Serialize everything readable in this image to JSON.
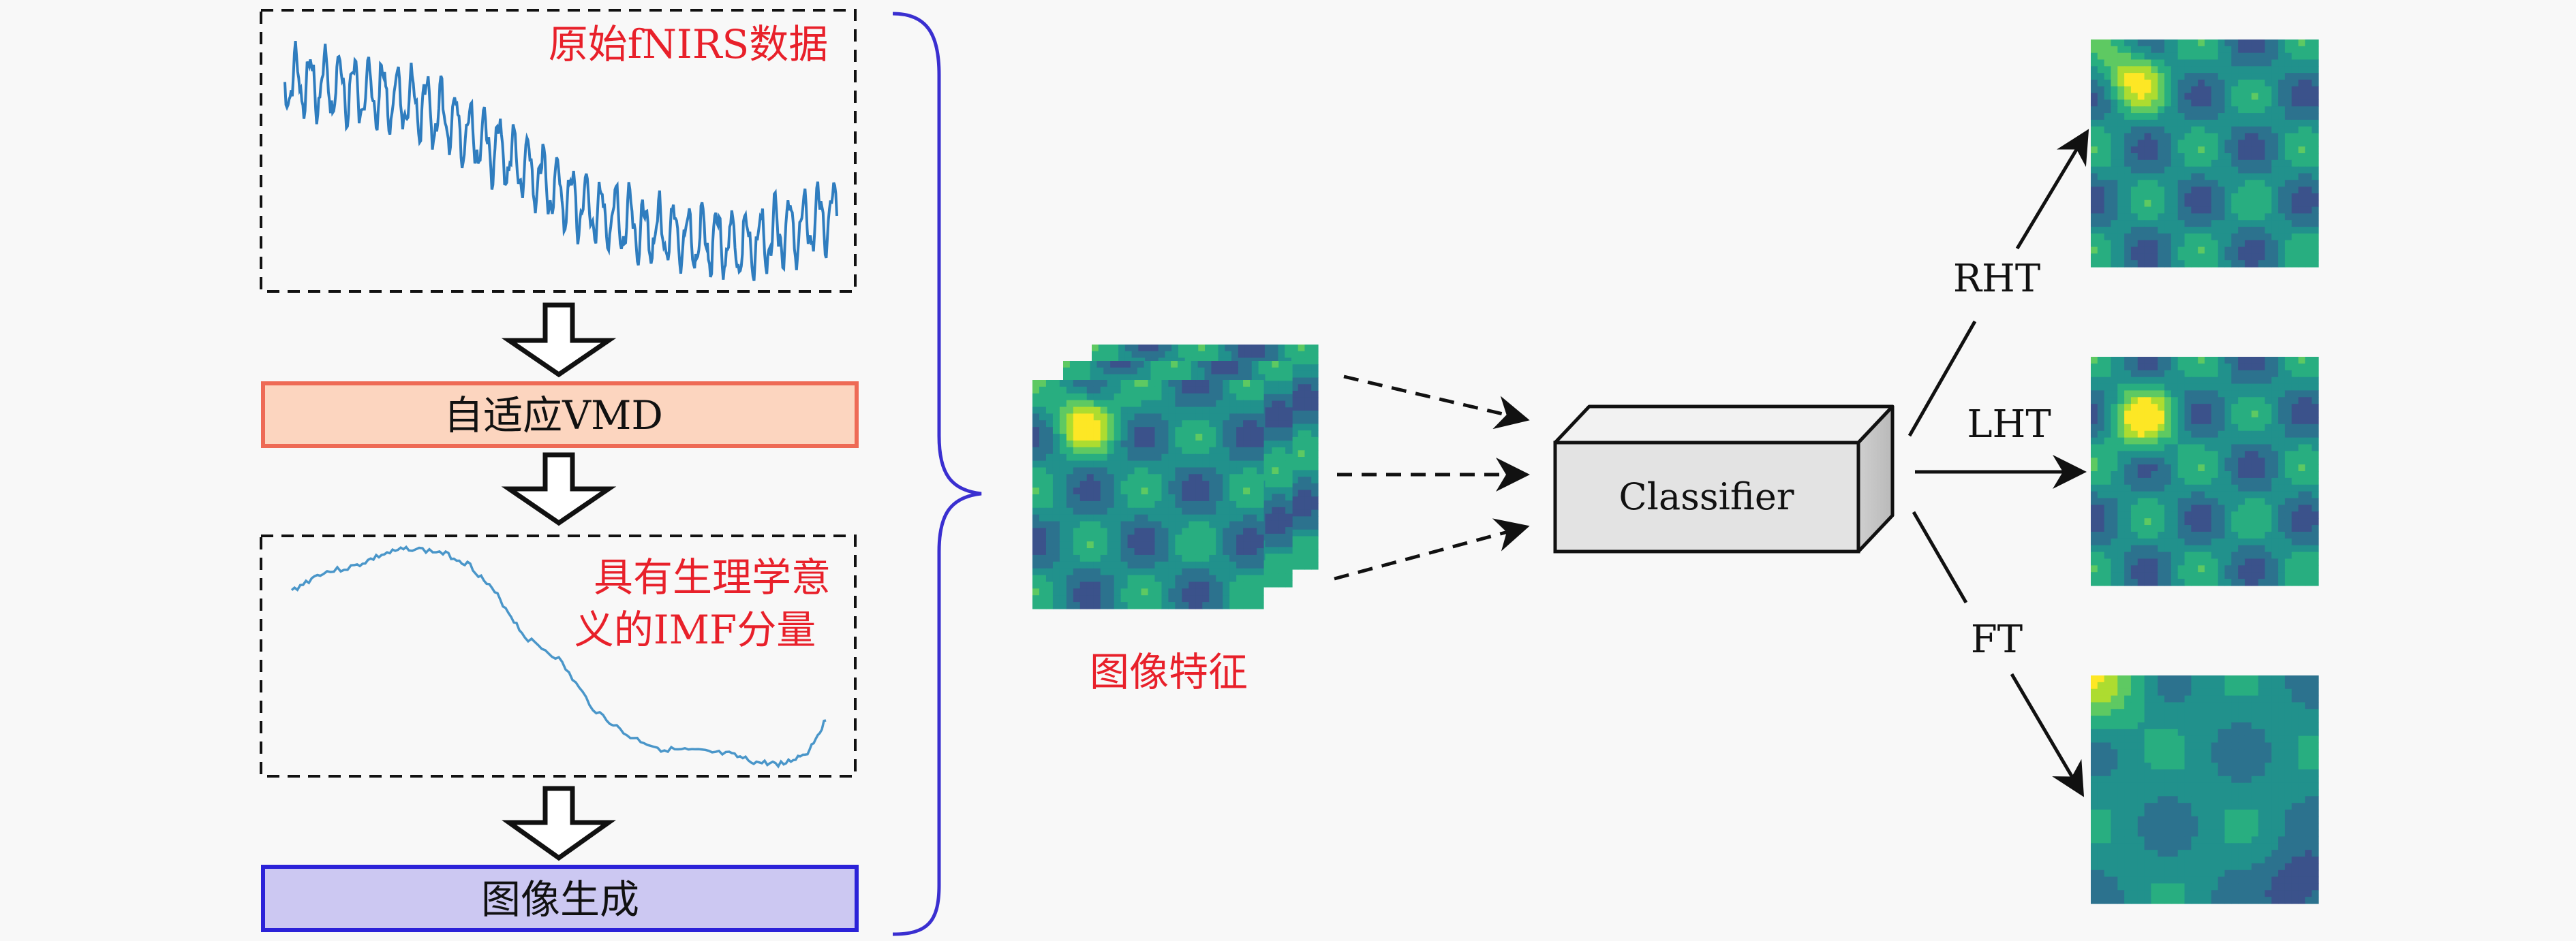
{
  "left_pipeline": {
    "raw_signal_label": "原始fNIRS数据",
    "vmd_box_label": "自适应VMD",
    "imf_label_line1": "具有生理学意",
    "imf_label_line2": "义的IMF分量",
    "image_gen_label": "图像生成"
  },
  "center": {
    "image_features_label": "图像特征",
    "classifier_label": "Classifier"
  },
  "outputs": {
    "rht_label": "RHT",
    "lht_label": "LHT",
    "ft_label": "FT"
  },
  "colors": {
    "red_text": "#e8202a",
    "signal_blue": "#2f7dbf",
    "vmd_fill": "#fcd5bf",
    "vmd_border": "#ee6a55",
    "gen_fill": "#ccc8f2",
    "gen_border": "#2b22d8",
    "brace_blue": "#3a2fd0"
  },
  "icons": {
    "down_arrow": "hollow-down-arrow-icon",
    "classifier": "3d-box-icon"
  }
}
